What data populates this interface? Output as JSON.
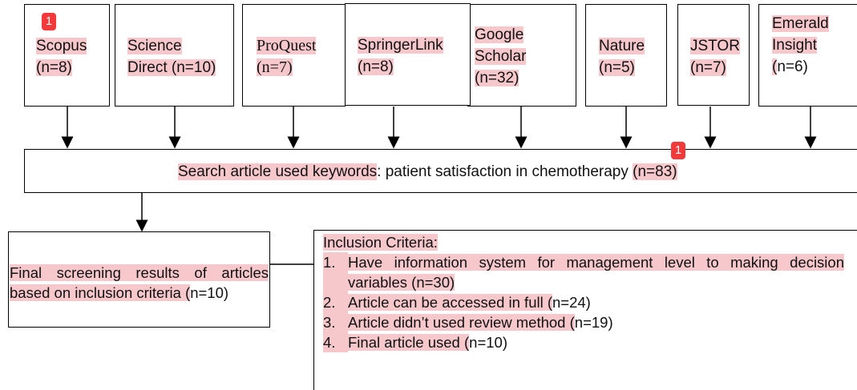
{
  "sources": [
    {
      "id": "scopus",
      "line1": "Scopus",
      "line2": "(n=8)",
      "badge": "1"
    },
    {
      "id": "sciencedirect",
      "line1": "Science",
      "line2": "Direct (n=10)"
    },
    {
      "id": "proquest",
      "line1": "ProQuest",
      "line2": "(n=7)"
    },
    {
      "id": "springerlink",
      "line1": "SpringerLink",
      "line2": "(n=8)"
    },
    {
      "id": "googlescholar",
      "line1": "Google",
      "line2": "Scholar",
      "line3": "(n=32)"
    },
    {
      "id": "nature",
      "line1": "Nature",
      "line2": "(n=5)"
    },
    {
      "id": "jstor",
      "line1": "JSTOR",
      "line2": "(n=7)"
    },
    {
      "id": "emerald",
      "line1": "Emerald",
      "line2": "Insight",
      "line3a": "(",
      "line3b": "n=6)"
    }
  ],
  "search": {
    "part1": "Search article used keywords",
    "part2": ": patient satisfaction in chemotherapy ",
    "part3": "(",
    "part4": "n=83)",
    "badge": "1"
  },
  "final": {
    "line1": "Final screening results of articles",
    "line2a": "based on inclusion criteria (",
    "line2b": "n=10)"
  },
  "criteria": {
    "title": "Inclusion Criteria:",
    "items": [
      {
        "num": "1.",
        "text1": "Have information system for management level to making decision",
        "text2": "variables (n=30)"
      },
      {
        "num": "2.",
        "texta": "Article can be accessed in full (",
        "textb": "n=24)"
      },
      {
        "num": "3.",
        "texta": "Article didn’t used review method (",
        "textb": "n=19)"
      },
      {
        "num": "4.",
        "texta": "Final article used (",
        "textb": "n=10)"
      }
    ]
  }
}
